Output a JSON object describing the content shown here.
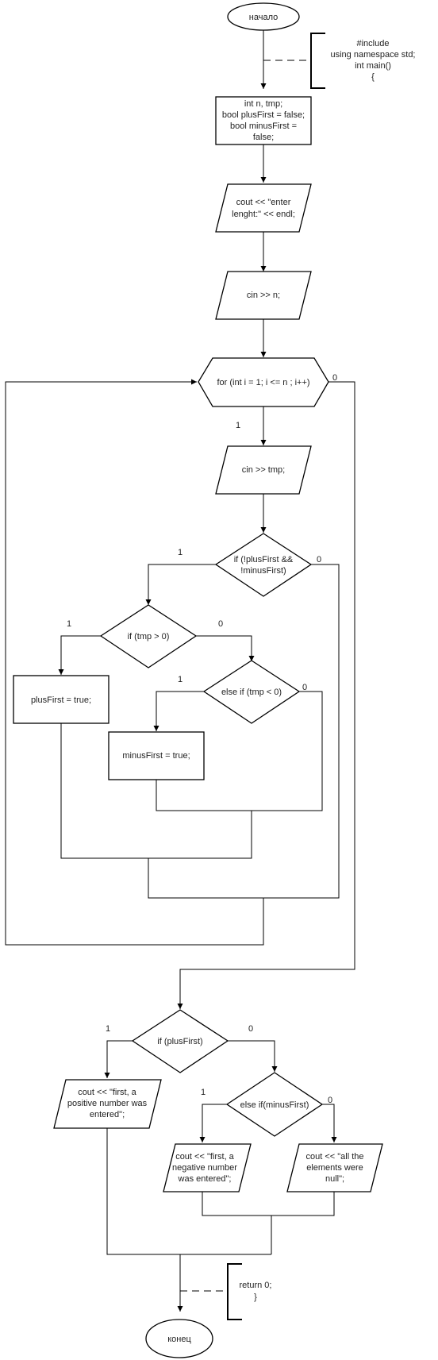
{
  "nodes": {
    "start": "начало",
    "includes": [
      "#include",
      "using namespace std;",
      "int main()",
      "{"
    ],
    "decl": [
      "int n, tmp;",
      "bool plusFirst = false;",
      "bool minusFirst =",
      "false;"
    ],
    "prompt": [
      "cout << \"enter",
      "lenght:\" << endl;"
    ],
    "read_n": "cin >> n;",
    "loop": "for (int i = 1; i <= n ; i++)",
    "read_tmp": "cin >> tmp;",
    "cond_none": [
      "if (!plusFirst &&",
      "!minusFirst)"
    ],
    "cond_pos": "if (tmp > 0)",
    "set_plus": "plusFirst = true;",
    "cond_neg": "else if (tmp < 0)",
    "set_minus": "minusFirst = true;",
    "cond_plus_first": "if (plusFirst)",
    "out_pos": [
      "cout << \"first, a",
      "positive number was",
      "entered\";"
    ],
    "cond_minus_first": "else if(minusFirst)",
    "out_neg": [
      "cout << \"first, a",
      "negative number",
      "was entered\";"
    ],
    "out_null": [
      "cout << \"all the",
      "elements were",
      "null\";"
    ],
    "ret": [
      "return 0;",
      "}"
    ],
    "end": "конец"
  },
  "branch_labels": {
    "loop_true": "1",
    "loop_false": "0",
    "none_true": "1",
    "none_false": "0",
    "pos_true": "1",
    "pos_false": "0",
    "neg_true": "1",
    "neg_false": "0",
    "pf_true": "1",
    "pf_false": "0",
    "mf_true": "1",
    "mf_false": "0"
  }
}
